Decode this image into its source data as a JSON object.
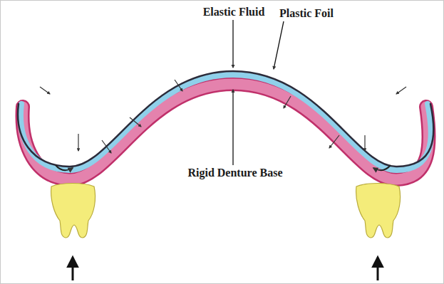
{
  "diagram": {
    "labels": [
      "Elastic Fluid",
      "Plastic Foil",
      "Rigid Denture Base"
    ]
  }
}
